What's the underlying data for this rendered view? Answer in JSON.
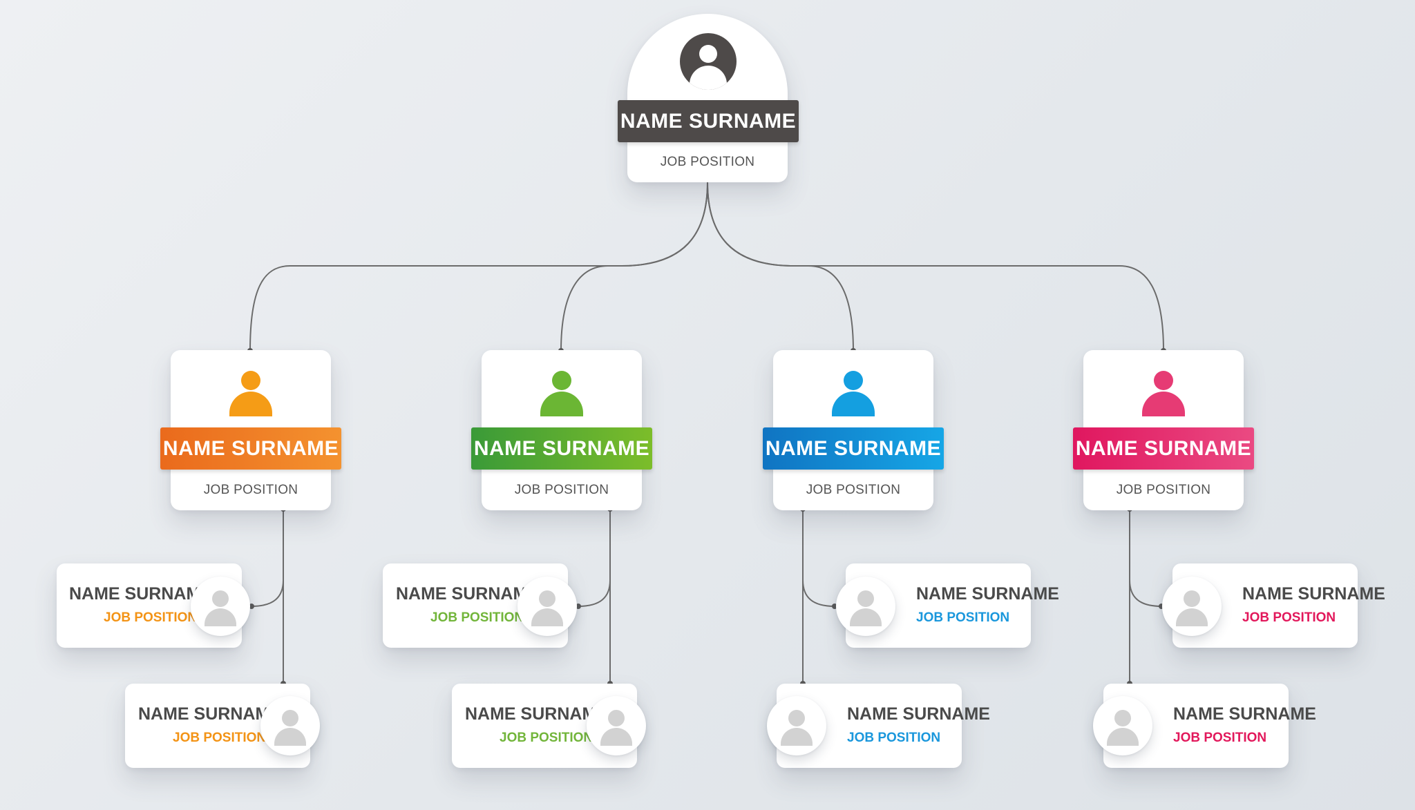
{
  "colors": {
    "root": "#4e4a49",
    "orange": "#f08a1e",
    "green": "#5aae32",
    "blue": "#1a97dc",
    "pink": "#e52b6b"
  },
  "icons": [
    "user-icon",
    "user-avatar-icon"
  ],
  "root": {
    "name": "NAME SURNAME",
    "job": "JOB POSITION"
  },
  "managers": [
    {
      "name": "NAME SURNAME",
      "job": "JOB POSITION",
      "color": "orange",
      "staff": [
        {
          "name": "NAME SURNAME",
          "job": "JOB POSITION"
        },
        {
          "name": "NAME SURNAME",
          "job": "JOB POSITION"
        }
      ]
    },
    {
      "name": "NAME SURNAME",
      "job": "JOB POSITION",
      "color": "green",
      "staff": [
        {
          "name": "NAME SURNAME",
          "job": "JOB POSITION"
        },
        {
          "name": "NAME SURNAME",
          "job": "JOB POSITION"
        }
      ]
    },
    {
      "name": "NAME SURNAME",
      "job": "JOB POSITION",
      "color": "blue",
      "staff": [
        {
          "name": "NAME SURNAME",
          "job": "JOB POSITION"
        },
        {
          "name": "NAME SURNAME",
          "job": "JOB POSITION"
        }
      ]
    },
    {
      "name": "NAME SURNAME",
      "job": "JOB POSITION",
      "color": "pink",
      "staff": [
        {
          "name": "NAME SURNAME",
          "job": "JOB POSITION"
        },
        {
          "name": "NAME SURNAME",
          "job": "JOB POSITION"
        }
      ]
    }
  ]
}
